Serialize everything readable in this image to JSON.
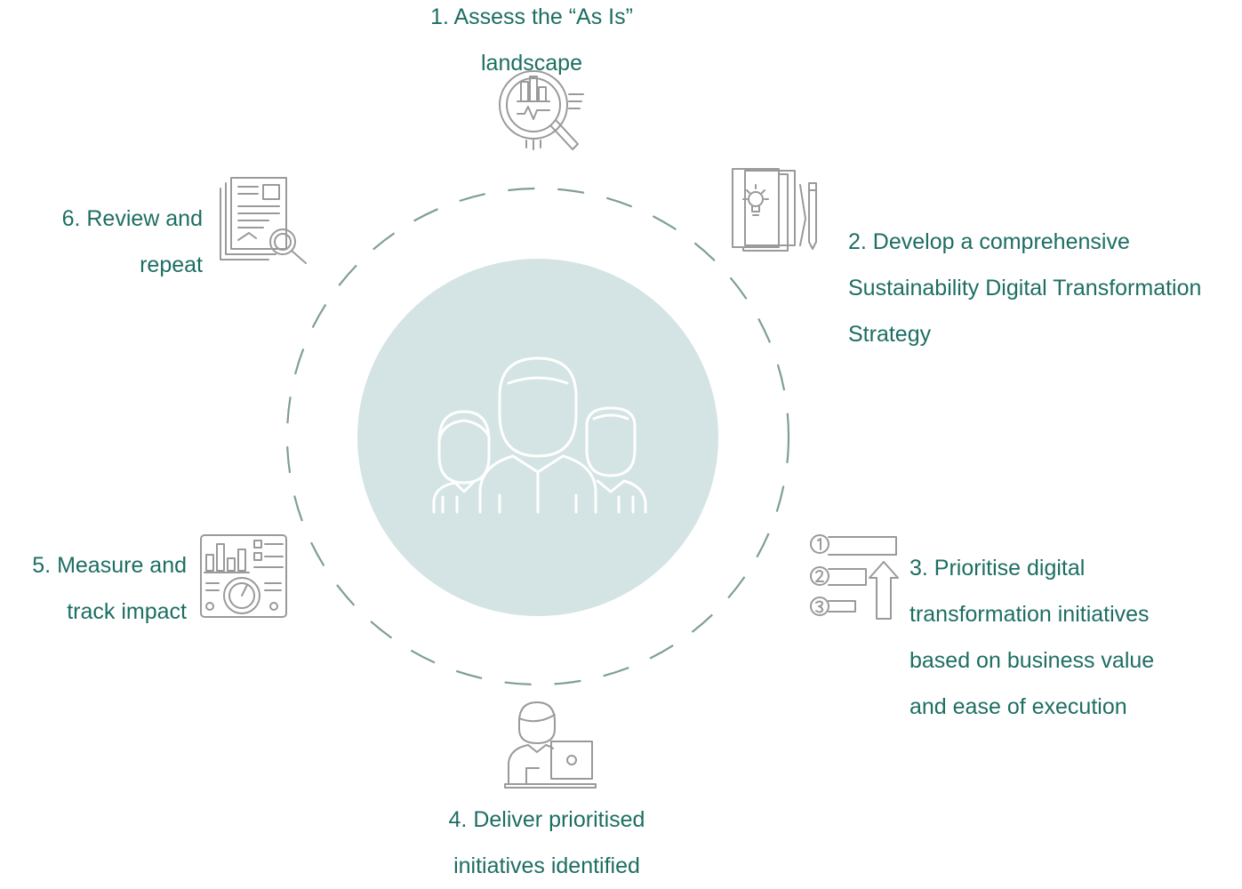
{
  "diagram": {
    "center": {
      "icon": "team-icon"
    },
    "steps": [
      {
        "lines": [
          "1. Assess the “As Is”",
          "landscape"
        ],
        "icon": "magnifier-chart-icon"
      },
      {
        "lines": [
          "2. Develop a comprehensive",
          "Sustainability Digital Transformation",
          "Strategy"
        ],
        "icon": "documents-lightbulb-icon"
      },
      {
        "lines": [
          "3. Prioritise digital",
          "transformation initiatives",
          "based on business value",
          "and ease of execution"
        ],
        "icon": "ranked-list-icon"
      },
      {
        "lines": [
          "4. Deliver prioritised",
          "initiatives identified"
        ],
        "icon": "person-laptop-icon"
      },
      {
        "lines": [
          "5. Measure and",
          "track impact"
        ],
        "icon": "dashboard-gauge-icon"
      },
      {
        "lines": [
          "6. Review and",
          "repeat"
        ],
        "icon": "document-review-icon"
      }
    ]
  },
  "colors": {
    "text": "#1d6e63",
    "ring": "#7f9e99",
    "hub_fill": "#d4e3e3",
    "icon_stroke": "#9a9a9a"
  }
}
